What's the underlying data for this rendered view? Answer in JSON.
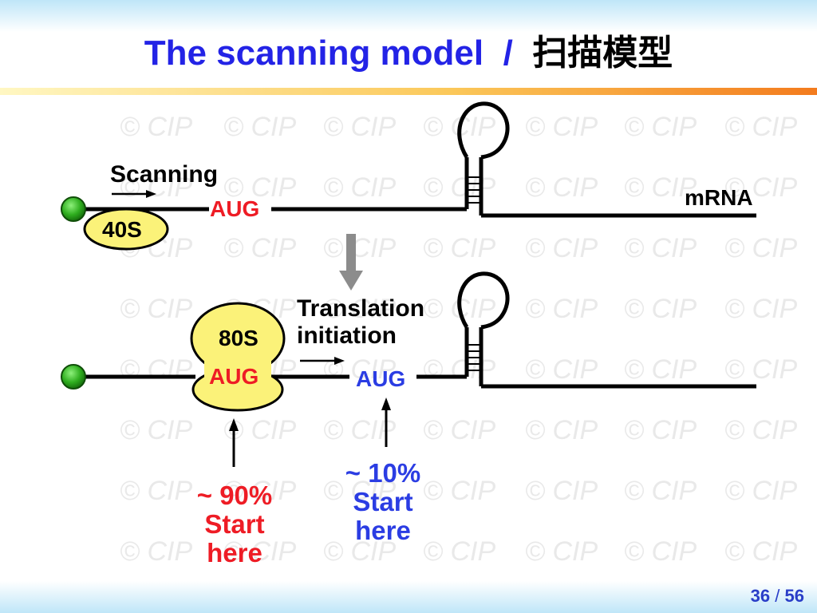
{
  "title": {
    "english": "The scanning model",
    "separator": "/",
    "chinese": "扫描模型"
  },
  "watermark": "© CIP",
  "diagram": {
    "top": {
      "scanning_label": "Scanning",
      "ribosome_label": "40S",
      "aug_label": "AUG",
      "mrna_label": "mRNA"
    },
    "bottom": {
      "ribosome_label": "80S",
      "aug_first_label": "AUG",
      "translation_line1": "Translation",
      "translation_line2": "initiation",
      "aug_second_label": "AUG",
      "left_note": {
        "percent": "~ 90%",
        "line2": "Start",
        "line3": "here"
      },
      "right_note": {
        "percent": "~ 10%",
        "line2": "Start",
        "line3": "here"
      }
    }
  },
  "page": {
    "current": "36",
    "separator": "/",
    "total": "56"
  },
  "colors": {
    "title_blue": "#2323e6",
    "red": "#ee1c25",
    "blue": "#2b3de3",
    "ribosome_yellow": "#fbf279",
    "cap_green": "#2fae1f",
    "arrow_gray": "#8c8c8c"
  }
}
